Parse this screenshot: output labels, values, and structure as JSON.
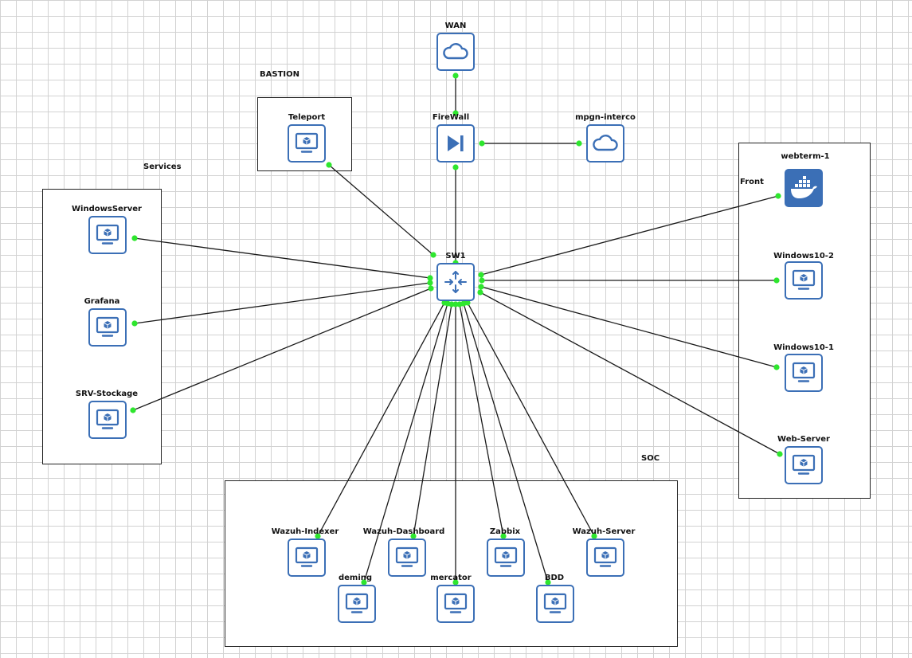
{
  "groups": {
    "bastion": "BASTION",
    "services": "Services",
    "front": "Front",
    "soc": "SOC"
  },
  "nodes": {
    "wan": "WAN",
    "firewall": "FireWall",
    "mpgn": "mpgn-interco",
    "teleport": "Teleport",
    "sw1": "SW1",
    "windowsserver": "WindowsServer",
    "grafana": "Grafana",
    "srvstockage": "SRV-Stockage",
    "webterm": "webterm-1",
    "win102": "Windows10-2",
    "win101": "Windows10-1",
    "webserver": "Web-Server",
    "wazuhindexer": "Wazuh-Indexer",
    "wazuhdashboard": "Wazuh-Dashboard",
    "zabbix": "Zabbix",
    "wazuhserver": "Wazuh-Server",
    "deming": "deming",
    "mercator": "mercator",
    "bdd": "BDD"
  },
  "colors": {
    "node_border": "#3b6fb6",
    "link_dot": "#2ee62e",
    "link_line": "#1a1a1a"
  },
  "icons": {
    "wan": "cloud-icon",
    "firewall": "firewall-icon",
    "mpgn": "cloud-icon",
    "sw1": "switch-icon",
    "webterm": "docker-icon",
    "hosts": "monitor-icon"
  }
}
